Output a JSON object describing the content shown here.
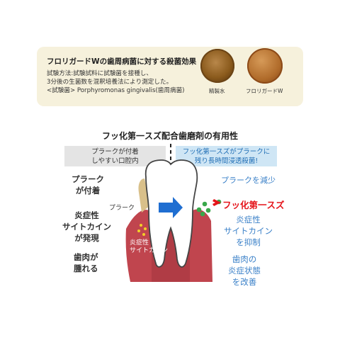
{
  "top_panel": {
    "title": "フロリガードWの歯周病菌に対する殺菌効果",
    "lines": [
      "試験方法:試験試料に試験菌を接種し、",
      "3分後の生菌数を混釈培養法により測定した。",
      "<試験菌> Porphyromonas gingivalis(歯周病菌)"
    ],
    "dishes": [
      {
        "label": "精製水",
        "color": "#8a5a1c"
      },
      {
        "label": "フロリガードW",
        "color": "#b06b2a"
      }
    ]
  },
  "section_title": "フッ化第一スズ配合歯磨剤の有用性",
  "headers": {
    "left": "プラークが付着\nしやすい口腔内",
    "right": "フッ化第一スズがプラークに\n残り長時間浸透殺菌!"
  },
  "left_labels": {
    "plaque_attached": "プラーク\nが付着",
    "inflammatory_cytokine": "炎症性\nサイトカイン\nが発現",
    "gum_swelling": "歯肉が\n腫れる"
  },
  "diagram_labels": {
    "plaque": "プラーク",
    "cytokine": "炎症性\nサイトカイン"
  },
  "right_labels": {
    "plaque_reduce": "プラークを減少",
    "stannous_fluoride": "フッ化第一スズ",
    "cytokine_suppress": "炎症性\nサイトカイン\nを抑制",
    "gum_improve": "歯肉の\n炎症状態\nを改善"
  },
  "colors": {
    "accent_blue": "#3a80c8",
    "accent_red": "#e5141a",
    "gum": "#c0454e",
    "plaque": "#d9c08a"
  }
}
